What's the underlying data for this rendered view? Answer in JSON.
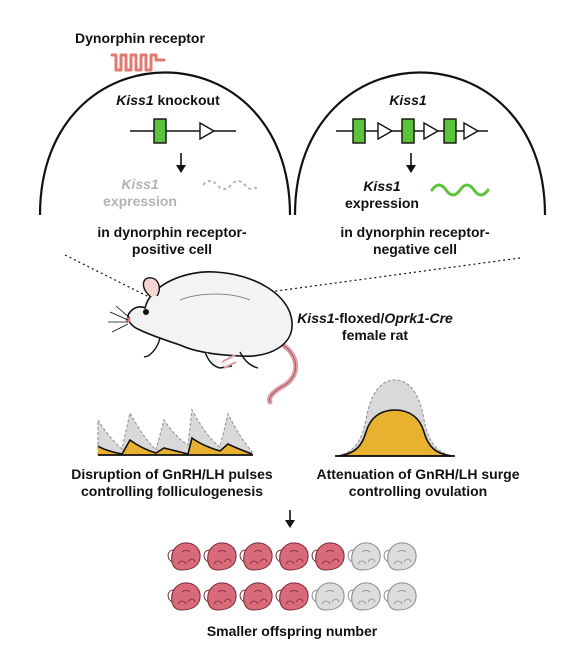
{
  "receptor_label": "Dynorphin receptor",
  "left_cell": {
    "gene": "Kiss1",
    "title_suffix": " knockout",
    "expression_gene": "Kiss1",
    "expression_word": "expression",
    "caption_line1": "in dynorphin receptor-",
    "caption_line2": "positive cell"
  },
  "right_cell": {
    "gene": "Kiss1",
    "expression_gene": "Kiss1",
    "expression_word": "expression",
    "caption_line1": "in dynorphin receptor-",
    "caption_line2": "negative cell"
  },
  "rat": {
    "gene1": "Kiss1",
    "mid": "-floxed/",
    "gene2": "Oprk1-Cre",
    "line2": "female rat"
  },
  "pulses_caption": [
    "Disruption of GnRH/LH pulses",
    "controlling folliculogenesis"
  ],
  "surge_caption": [
    "Attenuation of GnRH/LH surge",
    "controlling ovulation"
  ],
  "offspring_caption": "Smaller offspring number",
  "offspring": {
    "rows": [
      [
        1,
        1,
        1,
        1,
        1,
        0,
        0
      ],
      [
        1,
        1,
        1,
        1,
        0,
        0,
        0
      ]
    ]
  },
  "colors": {
    "exon_green": "#5cc43a",
    "receptor_pink": "#e07a72",
    "pup_pink": "#d86a7a",
    "pup_grey": "#dcdcdc",
    "hormone_yellow": "#e8b230",
    "ghost_grey": "#d9d9d9",
    "rat_tail_pink": "#e59aa6"
  },
  "icons": [
    "receptor-icon",
    "gene-exon-icon",
    "promoter-arrow-icon",
    "down-arrow-icon",
    "expression-wave-icon",
    "rat-icon",
    "pulse-profile-icon",
    "surge-profile-icon",
    "pup-icon"
  ]
}
